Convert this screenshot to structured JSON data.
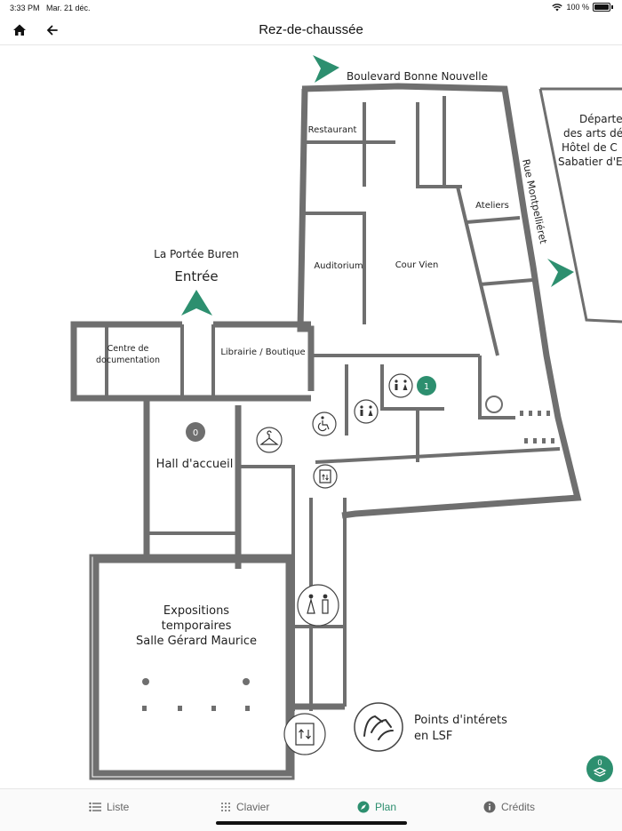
{
  "status_bar": {
    "time": "3:33 PM",
    "date": "Mar. 21 déc.",
    "battery": "100 %"
  },
  "header": {
    "title": "Rez-de-chaussée",
    "home_icon": "home-icon",
    "back_icon": "arrow-left-icon"
  },
  "map": {
    "streets": {
      "north": "Boulevard Bonne Nouvelle",
      "east": "Rue Montpelliéret"
    },
    "neighbor_lines": [
      "Départe",
      "des arts dé",
      "Hôtel de C",
      "Sabatier d'E"
    ],
    "entrance": {
      "subtitle": "La Portée Buren",
      "title": "Entrée"
    },
    "rooms": {
      "restaurant": "Restaurant",
      "ateliers": "Ateliers",
      "auditorium": "Auditorium",
      "cour_vien": "Cour Vien",
      "centre_doc_1": "Centre de",
      "centre_doc_2": "documentation",
      "librairie": "Librairie / Boutique",
      "hall": "Hall d'accueil",
      "expo_1": "Expositions",
      "expo_2": "temporaires",
      "expo_3": "Salle Gérard Maurice"
    },
    "markers": {
      "level_0": "0",
      "level_1": "1"
    },
    "legend": {
      "line1": "Points d'intérets",
      "line2": "en LSF"
    },
    "accent_color": "#2d8f6f",
    "wall_color": "#6f6f6f"
  },
  "fab": {
    "label": "0",
    "icon": "layers-icon"
  },
  "tabs": [
    {
      "label": "Liste",
      "icon": "list-icon"
    },
    {
      "label": "Clavier",
      "icon": "keypad-icon"
    },
    {
      "label": "Plan",
      "icon": "compass-icon",
      "active": true
    },
    {
      "label": "Crédits",
      "icon": "info-icon"
    }
  ]
}
